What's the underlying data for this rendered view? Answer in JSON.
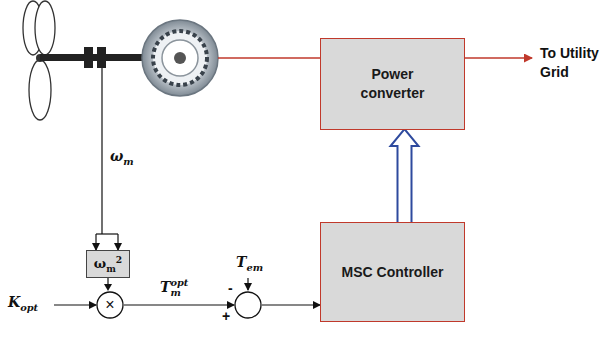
{
  "diagram": {
    "nodes": [
      {
        "text": [
          "Power converter"
        ]
      },
      {
        "text": [
          "ωm2"
        ]
      },
      {
        "text": [
          "×"
        ]
      },
      {
        "text": [
          "MSC Controller"
        ]
      }
    ],
    "edges": [
      {
        "from": 1,
        "to": 2,
        "arrow": "to"
      },
      {
        "from": 3,
        "to": 0,
        "arrow": "to"
      }
    ],
    "labels": [
      "To Utility Grid",
      "ωm",
      "Kopt",
      "Tmopt",
      "Tem",
      "-",
      "+"
    ]
  }
}
